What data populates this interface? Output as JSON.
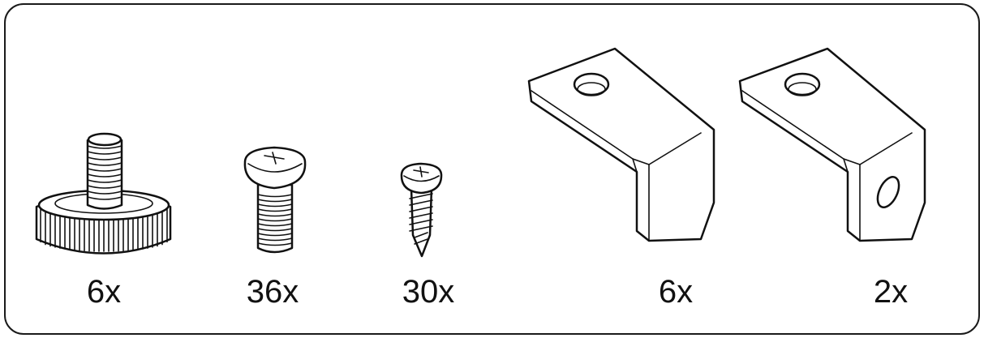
{
  "hardware_panel": {
    "items": [
      {
        "id": "thumb-screw",
        "icon": "thumb-screw-icon",
        "quantity": "6x"
      },
      {
        "id": "machine-screw",
        "icon": "machine-screw-icon",
        "quantity": "36x"
      },
      {
        "id": "wood-screw",
        "icon": "wood-screw-icon",
        "quantity": "30x"
      },
      {
        "id": "bracket-a",
        "icon": "angle-bracket-icon",
        "quantity": "6x"
      },
      {
        "id": "bracket-b",
        "icon": "angle-bracket-with-hole-icon",
        "quantity": "2x"
      }
    ]
  },
  "colors": {
    "line": "#111111",
    "background": "#ffffff"
  }
}
